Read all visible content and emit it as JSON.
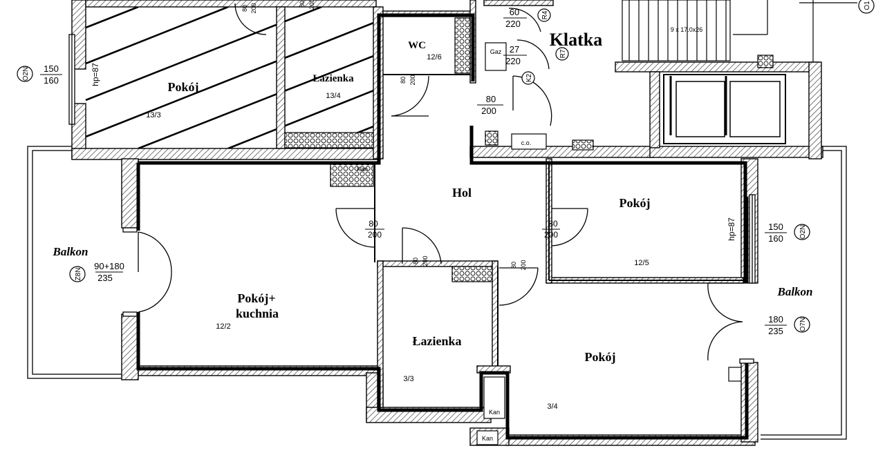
{
  "title": "Klatka",
  "rooms": [
    {
      "key": "pokoj_nw",
      "name": "Pokój",
      "area": "13/3"
    },
    {
      "key": "lazienka_n",
      "name": "Łazienka",
      "area": "13/4"
    },
    {
      "key": "wc",
      "name": "WC",
      "area": "12/6"
    },
    {
      "key": "hol",
      "name": "Hol",
      "area": ""
    },
    {
      "key": "pokoj_e",
      "name": "Pokój",
      "area": "12/5"
    },
    {
      "key": "pokoj_kuchnia",
      "name": "Pokój+",
      "name2": "kuchnia",
      "area": "12/2"
    },
    {
      "key": "lazienka_s",
      "name": "Łazienka",
      "area": "3/3"
    },
    {
      "key": "pokoj_se",
      "name": "Pokój",
      "area": "3/4"
    }
  ],
  "balconies": [
    "Balkon",
    "Balkon"
  ],
  "windows": [
    {
      "tag": "O2N",
      "top": "150",
      "bottom": "160"
    },
    {
      "tag": "O2N",
      "top": "150",
      "bottom": "160"
    },
    {
      "tag": "Z8N",
      "top": "90+180",
      "bottom": "235"
    },
    {
      "tag": "O7N",
      "top": "180",
      "bottom": "235"
    }
  ],
  "hp_labels": [
    "hp=87",
    "hp=87"
  ],
  "doors": [
    {
      "top": "80",
      "bottom": "200"
    },
    {
      "top": "80",
      "bottom": "200"
    },
    {
      "top": "80",
      "bottom": "200"
    },
    {
      "top": "80",
      "bottom": "200"
    },
    {
      "top": "80",
      "bottom": "200"
    },
    {
      "top": "80",
      "bottom": "200"
    },
    {
      "top": "80",
      "bottom": "200"
    }
  ],
  "shafts": [
    {
      "tag": "R4",
      "top": "60",
      "bottom": "220"
    },
    {
      "tag": "R7",
      "top": "27",
      "bottom": "220",
      "label": "Gaz"
    },
    {
      "tag": "K2"
    }
  ],
  "stairs_note": "9 x 17.0x26",
  "fixtures": {
    "co": "c.o.",
    "kan": [
      "Kan",
      "Kan",
      "Kan"
    ]
  },
  "top_door": {
    "a": "80",
    "b": "200"
  },
  "corner_tag": "O1"
}
